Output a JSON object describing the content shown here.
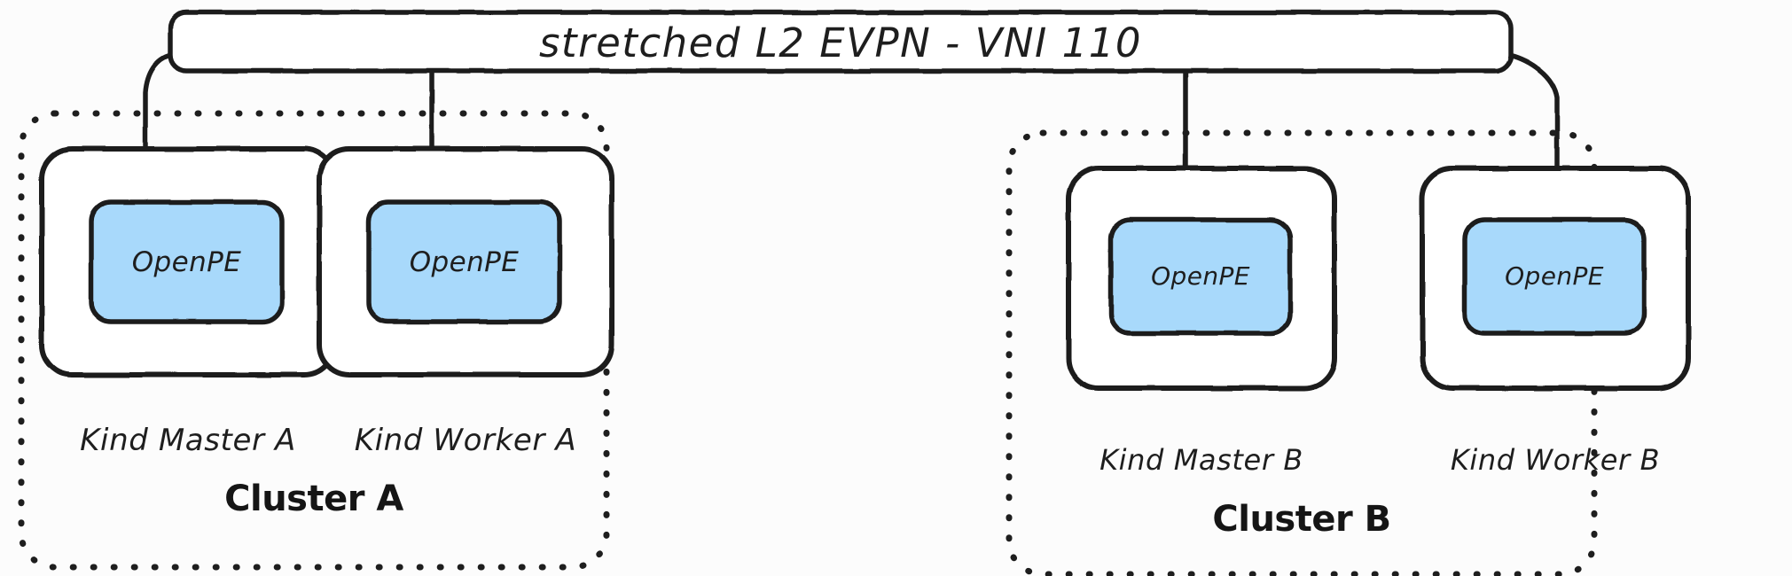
{
  "diagram": {
    "title": "stretched L2 EVPN - VNI 110",
    "background_color": "#fcfcfc",
    "stroke_color": "#1e1e1e",
    "node_fill_color": "#ffffff",
    "inner_fill_color": "#a8d9fb"
  },
  "banner": {
    "label": "stretched L2 EVPN - VNI 110"
  },
  "clusters": [
    {
      "id": "cluster-a",
      "label": "Cluster A",
      "nodes": [
        {
          "id": "kind-master-a",
          "label": "Kind Master A",
          "inner_label": "OpenPE"
        },
        {
          "id": "kind-worker-a",
          "label": "Kind Worker A",
          "inner_label": "OpenPE"
        }
      ]
    },
    {
      "id": "cluster-b",
      "label": "Cluster B",
      "nodes": [
        {
          "id": "kind-master-b",
          "label": "Kind Master B",
          "inner_label": "OpenPE"
        },
        {
          "id": "kind-worker-b",
          "label": "Kind Worker B",
          "inner_label": "OpenPE"
        }
      ]
    }
  ],
  "connections": [
    {
      "from": "banner",
      "to": "kind-master-a"
    },
    {
      "from": "banner",
      "to": "kind-worker-a"
    },
    {
      "from": "banner",
      "to": "kind-master-b"
    },
    {
      "from": "banner",
      "to": "kind-worker-b"
    }
  ]
}
